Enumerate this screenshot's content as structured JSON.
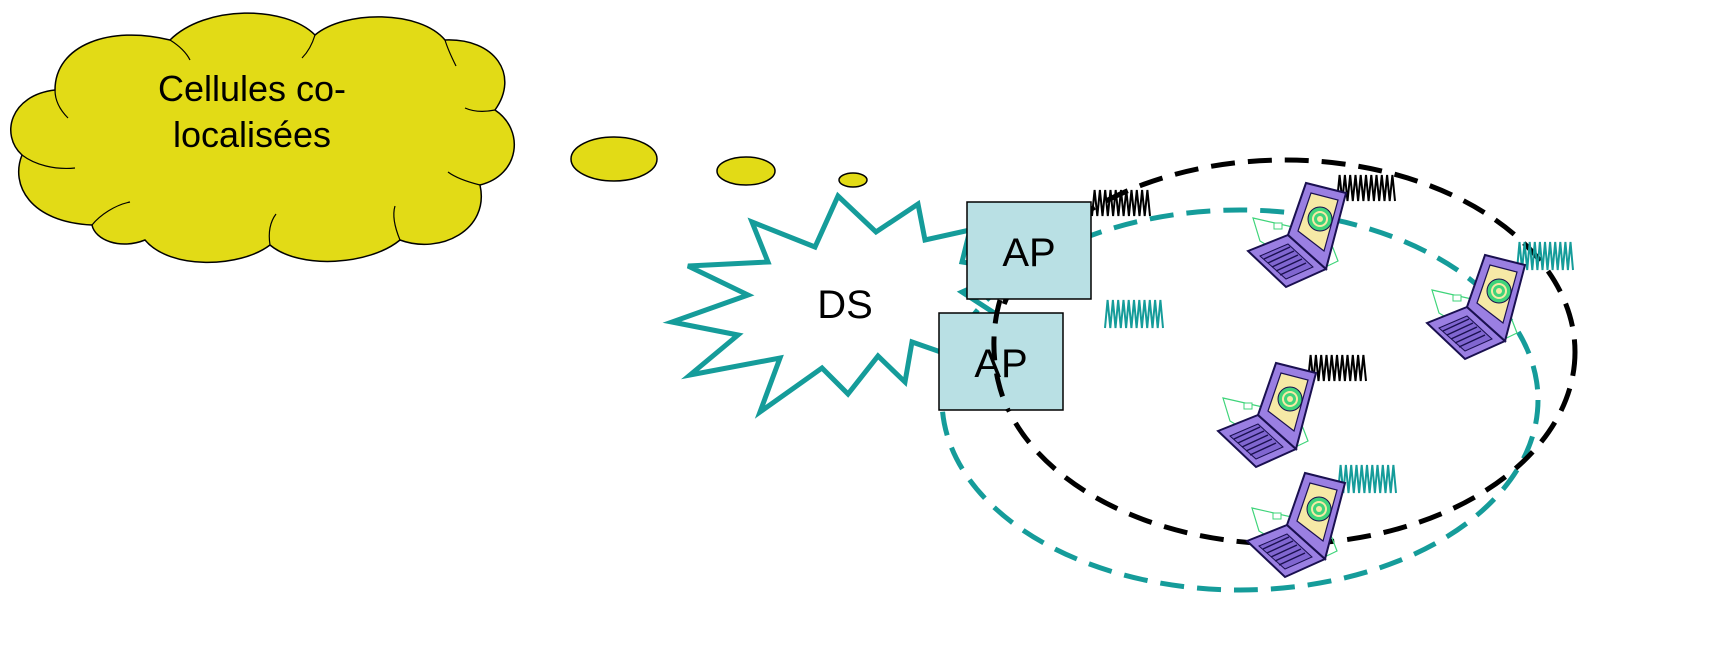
{
  "callout": {
    "line1": "Cellules co-",
    "line2": "localisées"
  },
  "ds": {
    "label": "DS"
  },
  "access_points": [
    {
      "label": "AP"
    },
    {
      "label": "AP"
    }
  ],
  "colors": {
    "cloud_fill": "#e2db16",
    "teal": "#159c9a",
    "black": "#000000",
    "ap_fill": "#b9e0e4",
    "laptop_body": "#9a7fe2",
    "laptop_screen": "#f6e9a6",
    "laptop_accent": "#3fd47a"
  },
  "icons": [
    "cloud-callout",
    "starburst",
    "laptop-icon",
    "signal-wave-icon"
  ]
}
